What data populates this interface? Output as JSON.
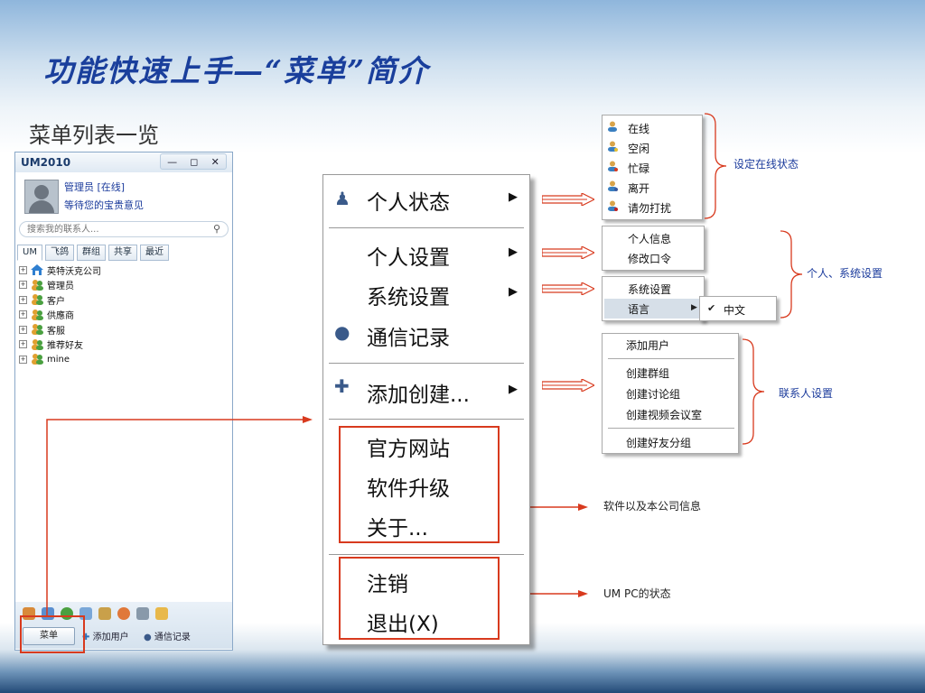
{
  "slide": {
    "title": "功能快速上手—“菜单”简介",
    "subtitle": "菜单列表一览"
  },
  "um_window": {
    "title": "UM2010",
    "controls": {
      "minimize": "—",
      "restore": "◻",
      "close": "✕"
    },
    "user": "管理员 [在线]",
    "signature": "等待您的宝贵意见",
    "search_placeholder": "搜索我的联系人...",
    "tabs": [
      "UM",
      "飞鸽",
      "群组",
      "共享",
      "最近"
    ],
    "tree": [
      "英特沃克公司",
      "管理员",
      "客户",
      "供應商",
      "客服",
      "推荐好友",
      "mine"
    ],
    "menu_button": "菜单",
    "add_user": "添加用户",
    "comm_records": "通信记录"
  },
  "main_menu": {
    "personal_status": "个人状态",
    "personal_settings": "个人设置",
    "system_settings": "系统设置",
    "comm_records": "通信记录",
    "add_create": "添加创建...",
    "official_site": "官方网站",
    "software_upgrade": "软件升级",
    "about": "关于...",
    "logout": "注销",
    "exit": "退出(X)"
  },
  "status_menu": [
    "在线",
    "空闲",
    "忙碌",
    "离开",
    "请勿打扰"
  ],
  "personal_menu": [
    "个人信息",
    "修改口令"
  ],
  "system_menu": {
    "system_settings": "系统设置",
    "language": "语言",
    "chinese": "中文"
  },
  "contacts_menu": [
    "添加用户",
    "创建群组",
    "创建讨论组",
    "创建视频会议室",
    "创建好友分组"
  ],
  "annotations": {
    "status": "设定在线状态",
    "settings": "个人、系统设置",
    "contacts": "联系人设置",
    "software_info": "软件以及本公司信息",
    "um_status": "UM PC的状态"
  },
  "colors": {
    "accent": "#d83a1e",
    "title": "#1a3f9c",
    "highlight": "#d6dfe8"
  }
}
